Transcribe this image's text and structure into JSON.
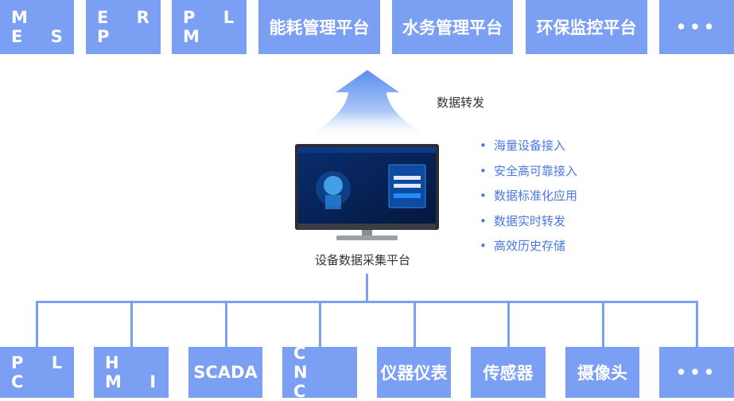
{
  "top_row": [
    "M E S",
    "E R P",
    "P L M",
    "能耗管理平台",
    "水务管理平台",
    "环保监控平台",
    "•••"
  ],
  "bottom_row": [
    "P L C",
    "H M I",
    "SCADA",
    "C N C",
    "仪器仪表",
    "传感器",
    "摄像头",
    "•••"
  ],
  "forward_label": "数据转发",
  "platform_label": "设备数据采集平台",
  "features": [
    "海量设备接入",
    "安全高可靠接入",
    "数据标准化应用",
    "数据实时转发",
    "高效历史存储"
  ],
  "colors": {
    "box": "#7b9ff2",
    "feature_text": "#4a78e0",
    "connector": "#7b9ff2"
  },
  "icons": {
    "arrow": "up-arrow-icon",
    "monitor": "monitor-icon"
  }
}
